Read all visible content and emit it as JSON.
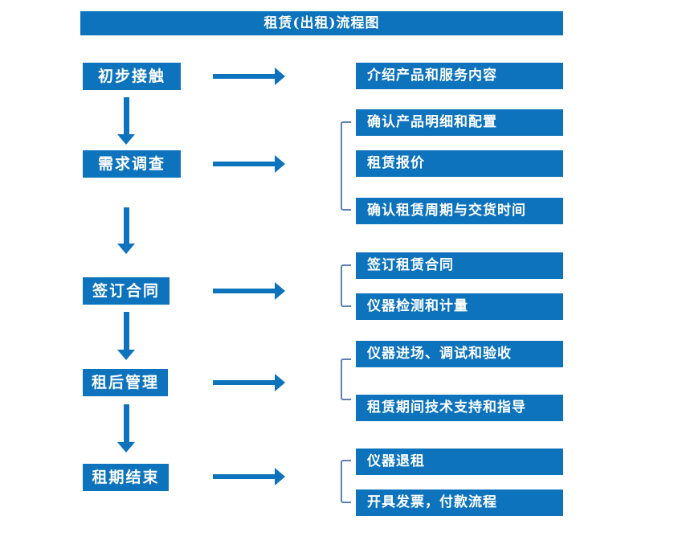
{
  "title": "租赁(出租)流程图",
  "colors": {
    "primary_blue": "#0d73bd",
    "bracket_blue": "#5b80b6",
    "text_white": "#ffffff"
  },
  "steps": [
    {
      "label": "初步接触",
      "outputs": [
        "介绍产品和服务内容"
      ]
    },
    {
      "label": "需求调查",
      "outputs": [
        "确认产品明细和配置",
        "租赁报价",
        "确认租赁周期与交货时间"
      ]
    },
    {
      "label": "签订合同",
      "outputs": [
        "签订租赁合同",
        "仪器检测和计量"
      ]
    },
    {
      "label": "租后管理",
      "outputs": [
        "仪器进场、调试和验收",
        "租赁期间技术支持和指导"
      ]
    },
    {
      "label": "租期结束",
      "outputs": [
        "仪器退租",
        "开具发票，付款流程"
      ]
    }
  ]
}
